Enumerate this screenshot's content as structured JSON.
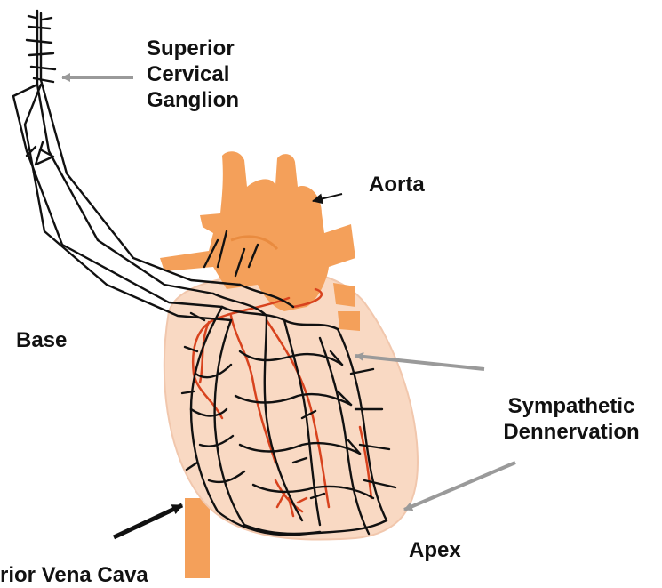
{
  "labels": {
    "ganglion": [
      "Superior",
      "Cervical",
      "Ganglion"
    ],
    "aorta": "Aorta",
    "base": "Base",
    "sympathetic": [
      "Sympathetic",
      "Dennervation"
    ],
    "apex": "Apex",
    "vena_cava": "rior Vena Cava"
  },
  "colors": {
    "heart": "#f9d9c3",
    "vessels": "#f4a05a",
    "coronary": "#d8431e",
    "nerve": "#111111",
    "arrow_gray": "#9a9a9a"
  }
}
